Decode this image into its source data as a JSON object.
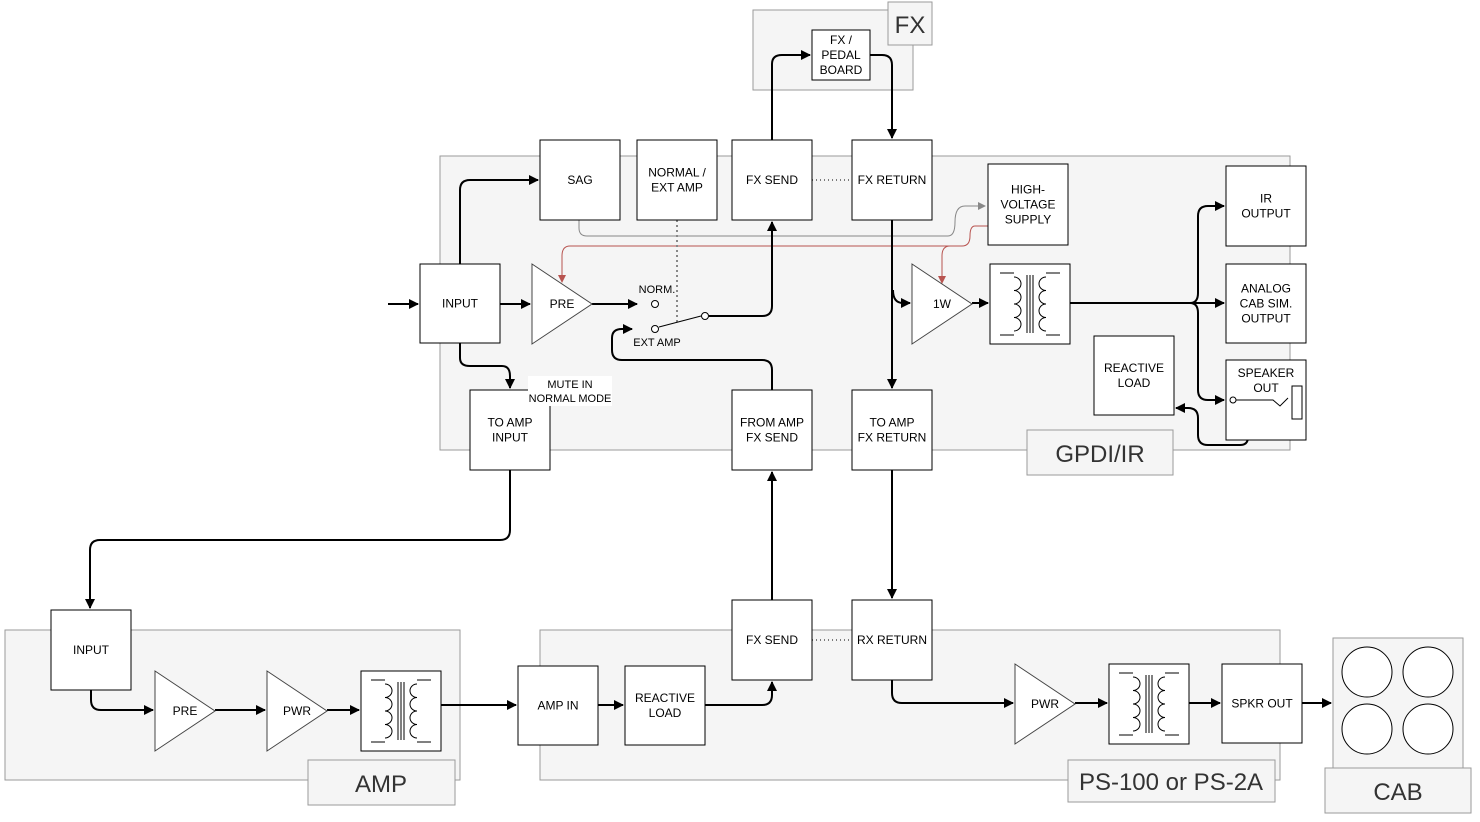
{
  "groups": {
    "fx": "FX",
    "gpdi": "GPDI/IR",
    "amp": "AMP",
    "ps": "PS-100 or PS-2A",
    "cab": "CAB"
  },
  "blocks": {
    "fx_pedal": [
      "FX /",
      "PEDAL",
      "BOARD"
    ],
    "sag": "SAG",
    "normal_ext": [
      "NORMAL /",
      "EXT AMP"
    ],
    "fx_send": "FX SEND",
    "fx_return": "FX RETURN",
    "hv_supply": [
      "HIGH-",
      "VOLTAGE",
      "SUPPLY"
    ],
    "ir_output": [
      "IR",
      "OUTPUT"
    ],
    "analog_cab": [
      "ANALOG",
      "CAB SIM.",
      "OUTPUT"
    ],
    "speaker_out": [
      "SPEAKER",
      "OUT"
    ],
    "reactive_load_gpdi": [
      "REACTIVE",
      "LOAD"
    ],
    "input_gpdi": "INPUT",
    "pre_gpdi": "PRE",
    "one_watt": "1W",
    "norm_label": "NORM.",
    "ext_amp_label": "EXT AMP",
    "mute_note": [
      "MUTE IN",
      "NORMAL MODE"
    ],
    "to_amp_input": [
      "TO AMP",
      "INPUT"
    ],
    "from_amp_fx_send": [
      "FROM AMP",
      "FX SEND"
    ],
    "to_amp_fx_return": [
      "TO AMP",
      "FX RETURN"
    ],
    "ps_fx_send": "FX SEND",
    "ps_rx_return": "RX RETURN",
    "amp_input": "INPUT",
    "amp_pre": "PRE",
    "amp_pwr": "PWR",
    "ps_amp_in": "AMP IN",
    "ps_reactive_load": [
      "REACTIVE",
      "LOAD"
    ],
    "ps_pwr": "PWR",
    "ps_spkr_out": "SPKR OUT"
  },
  "colors": {
    "group_fill": "#f5f5f5",
    "sag_line": "#888888",
    "hv_line": "#b85450"
  }
}
